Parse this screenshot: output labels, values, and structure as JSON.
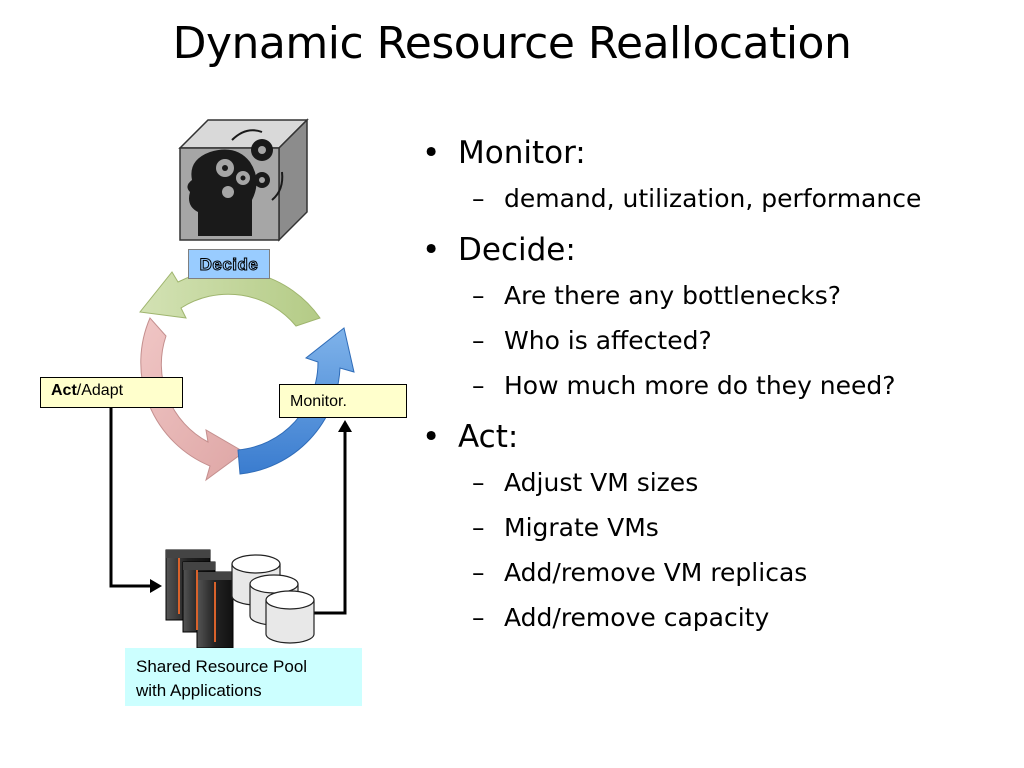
{
  "title": "Dynamic Resource Reallocation",
  "diagram": {
    "decide_label": "Decide",
    "act_label_bold": "Act",
    "act_label_rest": "/Adapt",
    "monitor_label": "Monitor.",
    "pool_label_line1": "Shared Resource Pool",
    "pool_label_line2": "with Applications"
  },
  "bullets": [
    {
      "label": "Monitor:",
      "subs": [
        "demand, utilization, performance"
      ]
    },
    {
      "label": "Decide:",
      "subs": [
        "Are there any bottlenecks?",
        "Who is affected?",
        "How much more do they need?"
      ]
    },
    {
      "label": "Act:",
      "subs": [
        "Adjust VM sizes",
        "Migrate VMs",
        "Add/remove VM replicas",
        "Add/remove capacity"
      ]
    }
  ],
  "colors": {
    "decide_box": "#99ccff",
    "label_box": "#ffffcc",
    "pool_box": "#ccffff",
    "arrow_green": "#c3d69b",
    "arrow_pink": "#e6b9b8",
    "arrow_blue": "#4f8fd8"
  }
}
